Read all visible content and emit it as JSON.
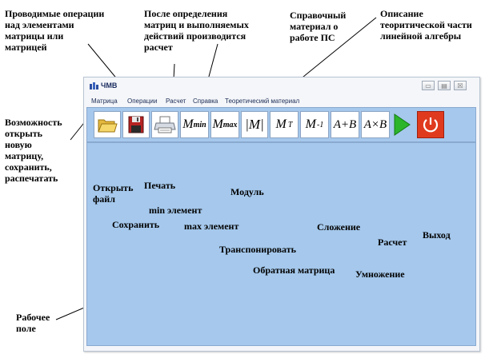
{
  "window": {
    "title": "ЧМВ",
    "buttons": {
      "minimize": "▭",
      "maximize": "▤",
      "close": "☒"
    }
  },
  "menu": [
    {
      "id": "matrix",
      "label": "Матрица"
    },
    {
      "id": "operations",
      "label": "Операции"
    },
    {
      "id": "calc",
      "label": "Расчет"
    },
    {
      "id": "help",
      "label": "Справка"
    },
    {
      "id": "theory",
      "label": "Теоретичесикй материал"
    }
  ],
  "toolbar": {
    "mmin": {
      "base": "M",
      "sub": "min"
    },
    "mmax": {
      "base": "M",
      "sub": "max"
    },
    "modulus": "|M|",
    "transpose": {
      "base": "M",
      "sup": "T"
    },
    "inverse": {
      "base": "M",
      "sup": "-1"
    },
    "add": "A+B",
    "multiply": "A×B"
  },
  "annotations": {
    "operations": "Проводимые операции\nнад элементами\nматрицы или\nматрицей",
    "calc": "После определения\nматриц и выполняемых\nдействий производится\nрасчет",
    "help": "Справочный\nматериал о\nработе ПС",
    "theory": "Описание\nтеоритической части\nлинейной алгебры",
    "file": "Возможность\nоткрыть\nновую\nматрицу,\nсохранить,\nраспечатать",
    "open": "Открыть\nфайл",
    "print": "Печать",
    "save": "Сохранить",
    "min": "min элемент",
    "max": "max элемент",
    "modulus": "Модуль",
    "transpose": "Транспонировать",
    "inverse": "Обратная матрица",
    "add": "Сложение",
    "multiply": "Умножение",
    "calc_btn": "Расчет",
    "exit": "Выход",
    "workarea": "Рабочее\nполе"
  },
  "colors": {
    "panel": "#a5c8ec",
    "play": "#2bb52b",
    "exit": "#e03a1e",
    "folder": "#f2cf55",
    "floppy": "#b52323"
  }
}
